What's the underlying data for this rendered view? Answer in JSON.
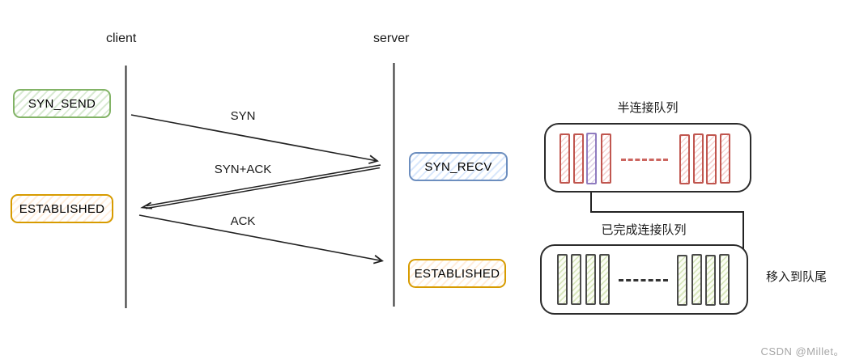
{
  "sequence": {
    "client_label": "client",
    "server_label": "server",
    "client_states": [
      {
        "label": "SYN_SEND",
        "color": "green"
      },
      {
        "label": "ESTABLISHED",
        "color": "orange"
      }
    ],
    "server_states": [
      {
        "label": "SYN_RECV",
        "color": "blue"
      },
      {
        "label": "ESTABLISHED",
        "color": "orange"
      }
    ],
    "messages": [
      {
        "label": "SYN",
        "from": "client",
        "to": "server"
      },
      {
        "label": "SYN+ACK",
        "from": "server",
        "to": "client",
        "style": "double-line"
      },
      {
        "label": "ACK",
        "from": "client",
        "to": "server"
      }
    ]
  },
  "queues": {
    "half_connection": {
      "title": "半连接队列",
      "left_bars": [
        "red",
        "red",
        "purple",
        "red"
      ],
      "right_bars": [
        "red",
        "red",
        "red",
        "red"
      ],
      "separator": "red-dashed"
    },
    "completed_connection": {
      "title": "已完成连接队列",
      "left_bars": [
        "green",
        "green",
        "green",
        "green"
      ],
      "right_bars": [
        "green",
        "green",
        "green",
        "green"
      ],
      "separator": "black-dashed"
    },
    "move_to_tail_label": "移入到队尾"
  },
  "watermark": "CSDN @Millet。",
  "colors": {
    "state_green_border": "#82b366",
    "state_orange_border": "#d79b00",
    "state_blue_border": "#6c8ebf",
    "queue_red_bar_border": "#c0564f",
    "queue_purple_bar_border": "#8f7cc0",
    "queue_green_bar_border": "#4a4a4a",
    "queue_green_bar_fill": "#d9e7bf",
    "arrow_color": "#222222",
    "watermark_color": "#a6a6a6"
  }
}
